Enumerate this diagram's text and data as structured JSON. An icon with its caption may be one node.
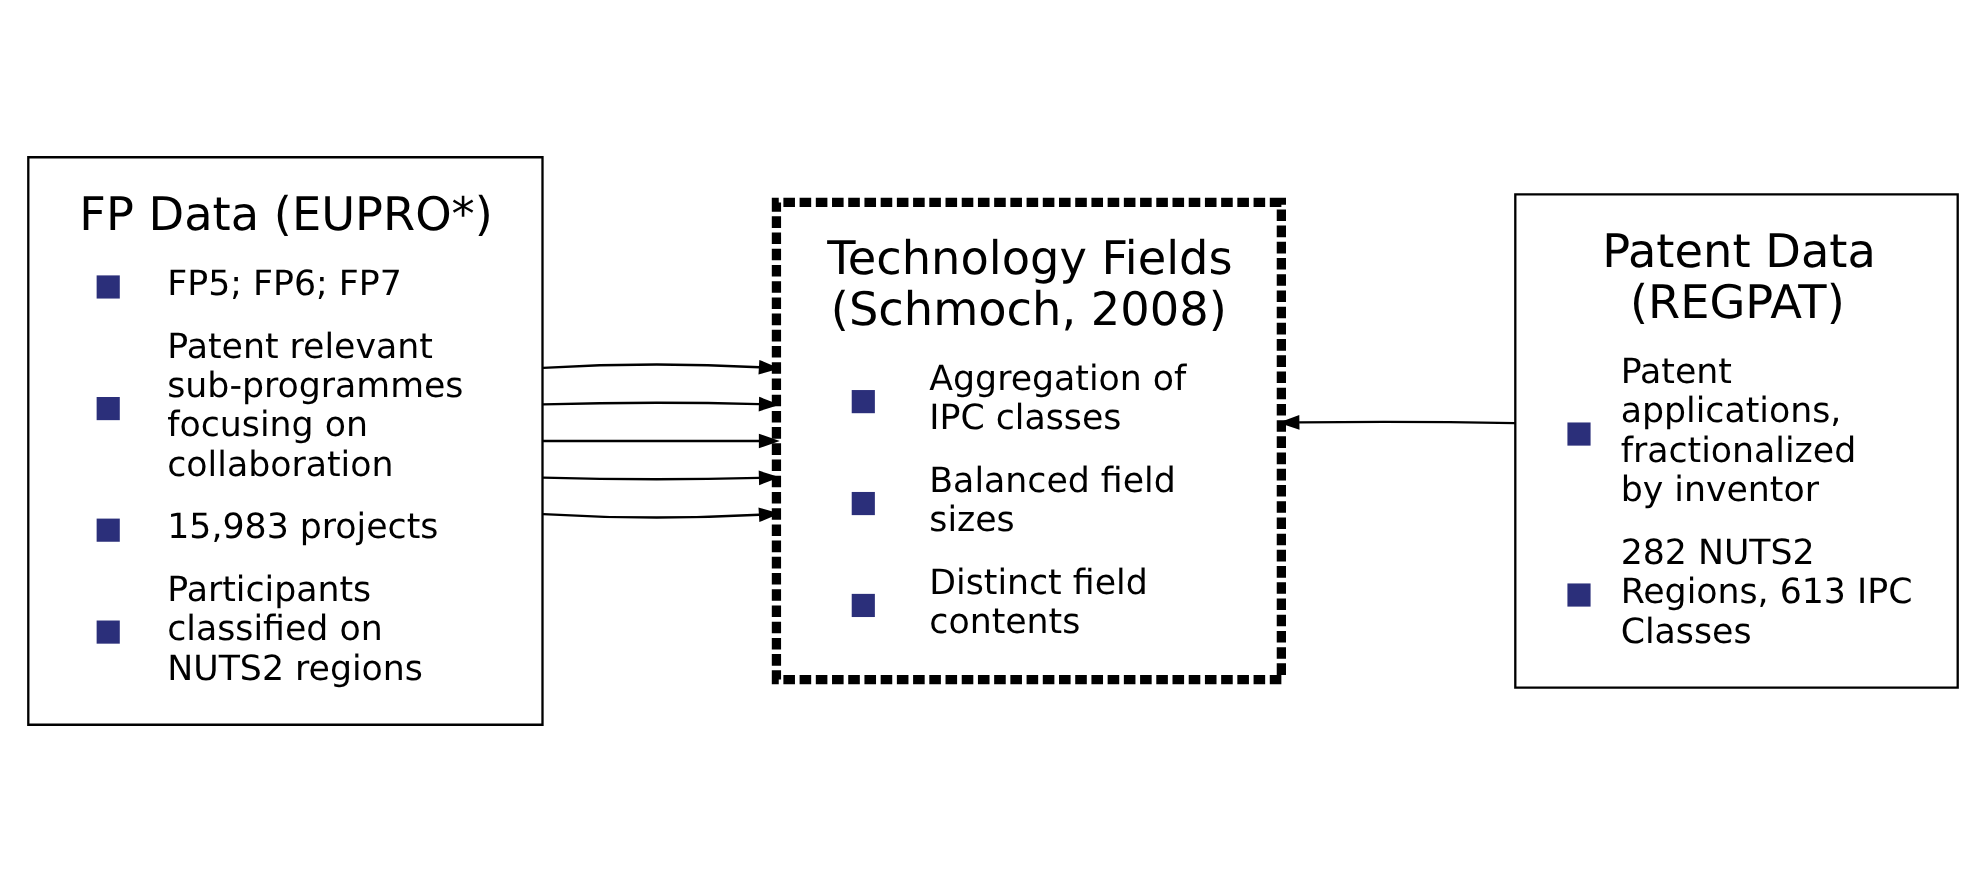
{
  "diagram": {
    "nodes": [
      {
        "text": [
          "FP Data (EUPRO*)",
          "FP5; FP6; FP7",
          "Patent relevant sub-programmes focusing on collaboration",
          "15,983 projects",
          "Participants classified on NUTS2 regions"
        ]
      },
      {
        "text": [
          "Technology Fields (Schmoch, 2008)",
          "Aggregation of IPC classes",
          "Balanced field sizes",
          "Distinct field contents"
        ]
      },
      {
        "text": [
          "Patent Data (REGPAT)",
          "Patent applications, fractionalized by inventor",
          "282 NUTS2 Regions, 613 IPC Classes"
        ]
      }
    ],
    "edges": [
      {
        "from": 0,
        "to": 1,
        "arrow": "to"
      },
      {
        "from": 0,
        "to": 1,
        "arrow": "to"
      },
      {
        "from": 0,
        "to": 1,
        "arrow": "to"
      },
      {
        "from": 0,
        "to": 1,
        "arrow": "to"
      },
      {
        "from": 0,
        "to": 1,
        "arrow": "to"
      },
      {
        "from": 2,
        "to": 1,
        "arrow": "to"
      }
    ]
  }
}
